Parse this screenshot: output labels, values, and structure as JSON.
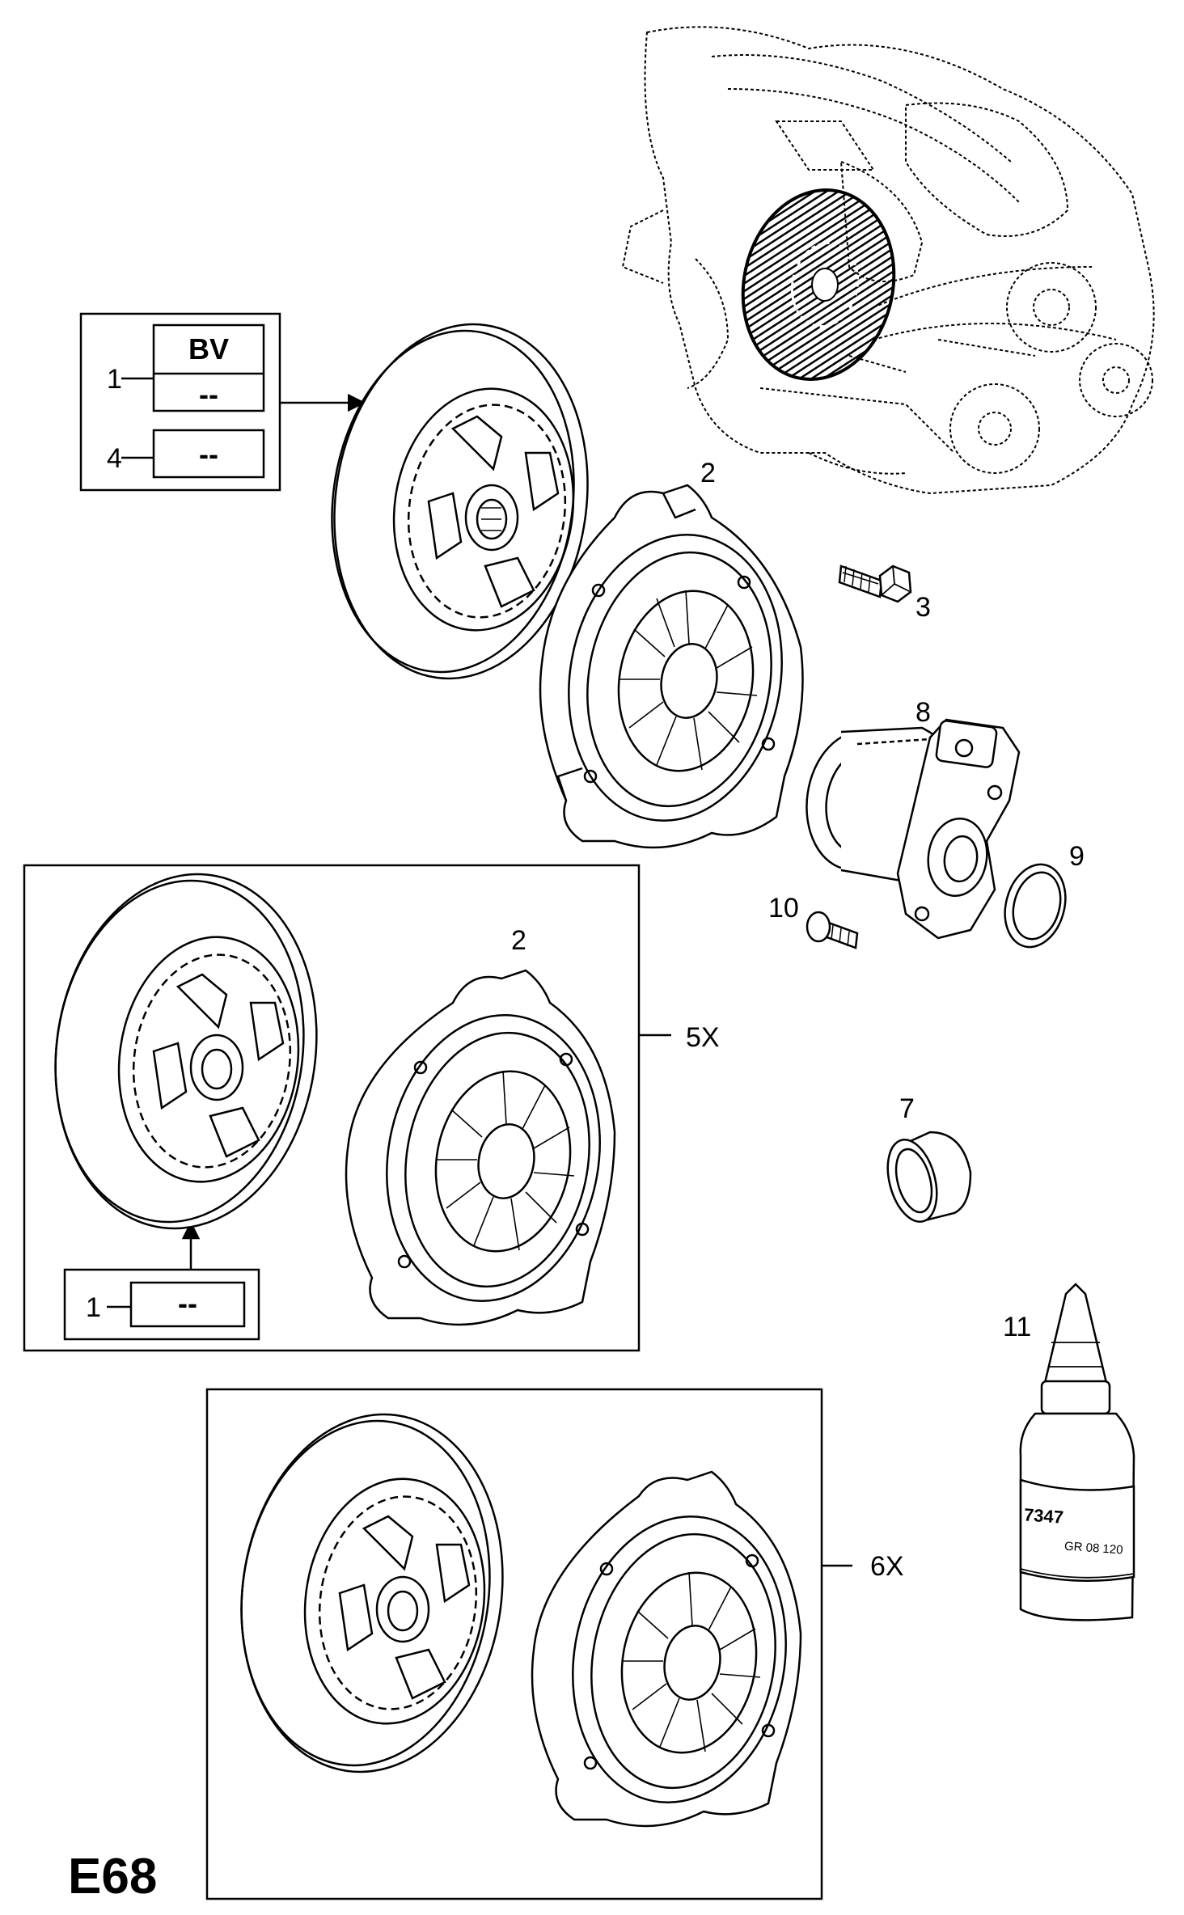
{
  "diagram_code": "E68",
  "legend_top": {
    "header": "BV",
    "slot1_value": "--",
    "slot4_value": "--",
    "callout_1": "1",
    "callout_4": "4"
  },
  "legend_kit": {
    "slot1_value": "--",
    "callout_1": "1"
  },
  "callouts": {
    "pressure_plate_top": "2",
    "pressure_plate_kit": "2",
    "bolt": "3",
    "release_bearing": "8",
    "o_ring": "9",
    "screw": "10",
    "bushing": "7",
    "sealant": "11",
    "kit_5x": "5X",
    "kit_6x": "6X"
  },
  "bottle_label": {
    "code": "7347",
    "small_text": "GR 08 120"
  }
}
